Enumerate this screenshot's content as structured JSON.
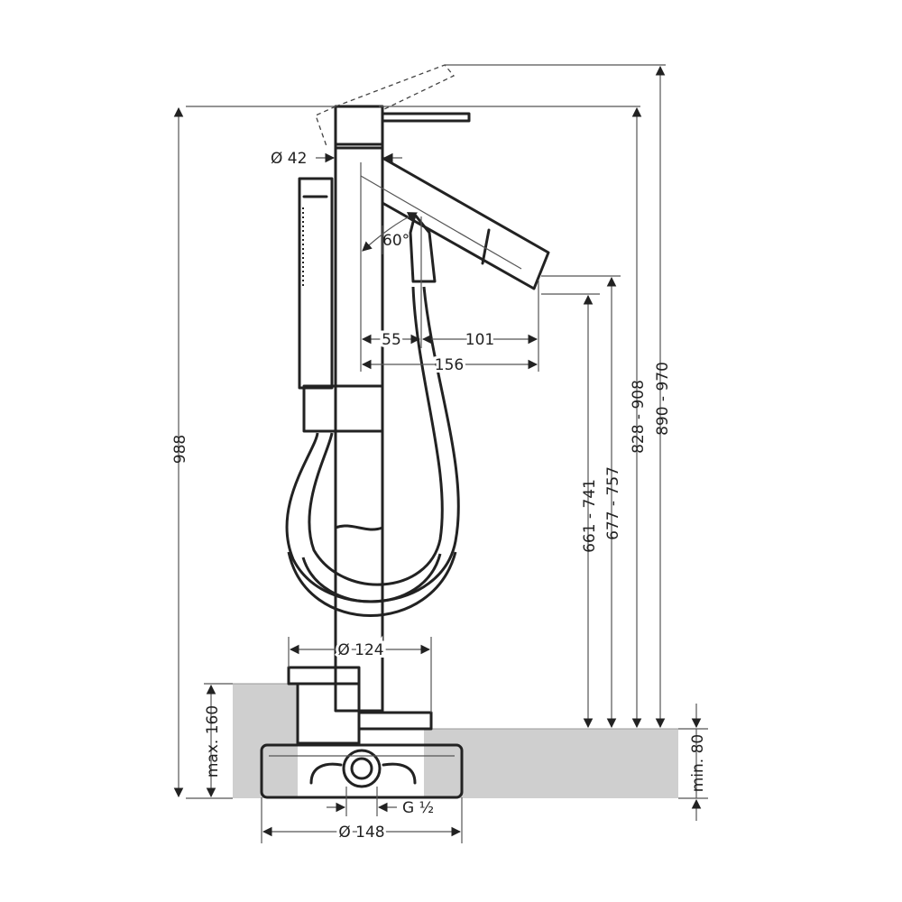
{
  "dimensions": {
    "total_height": "988",
    "spout_diameter": "Ø 42",
    "spout_angle": "60°",
    "offset_short": "55",
    "offset_spout": "101",
    "offset_total": "156",
    "outlet_height_1": "661 - 741",
    "outlet_height_2": "677 - 757",
    "height_top": "828 - 908",
    "height_lever_open": "890 - 970",
    "rosette_diameter": "Ø 124",
    "max_depth": "max. 160",
    "min_depth": "min. 80",
    "thread": "G ½",
    "base_diameter": "Ø 148"
  },
  "colors": {
    "line": "#222222",
    "floor": "#cfcfcf"
  }
}
